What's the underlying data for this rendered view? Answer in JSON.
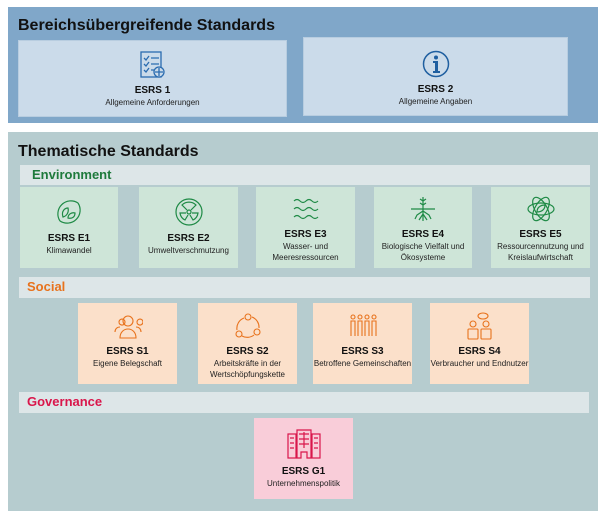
{
  "cross": {
    "title": "Bereichsübergreifende Standards",
    "cards": [
      {
        "code": "ESRS 1",
        "desc": "Allgemeine Anforderungen",
        "icon": "checklist-icon"
      },
      {
        "code": "ESRS 2",
        "desc": "Allgemeine Angaben",
        "icon": "info-icon"
      }
    ]
  },
  "thematic": {
    "title": "Thematische Standards",
    "environment": {
      "label": "Environment",
      "color": "#1e7a3c",
      "cards": [
        {
          "code": "ESRS E1",
          "desc": "Klimawandel"
        },
        {
          "code": "ESRS E2",
          "desc": "Umweltverschmutzung"
        },
        {
          "code": "ESRS E3",
          "desc": "Wasser- und Meeresressourcen"
        },
        {
          "code": "ESRS E4",
          "desc": "Biologische Vielfalt und Ökosysteme"
        },
        {
          "code": "ESRS E5",
          "desc": "Ressourcennutzung und Kreislaufwirtschaft"
        }
      ]
    },
    "social": {
      "label": "Social",
      "color": "#e8721c",
      "cards": [
        {
          "code": "ESRS S1",
          "desc": "Eigene Belegschaft"
        },
        {
          "code": "ESRS S2",
          "desc": "Arbeitskräfte in der Wertschöpfungskette"
        },
        {
          "code": "ESRS S3",
          "desc": "Betroffene Gemeinschaften"
        },
        {
          "code": "ESRS S4",
          "desc": "Verbraucher und Endnutzer"
        }
      ]
    },
    "governance": {
      "label": "Governance",
      "color": "#d9164b",
      "cards": [
        {
          "code": "ESRS G1",
          "desc": "Unternehmenspolitik"
        }
      ]
    }
  }
}
